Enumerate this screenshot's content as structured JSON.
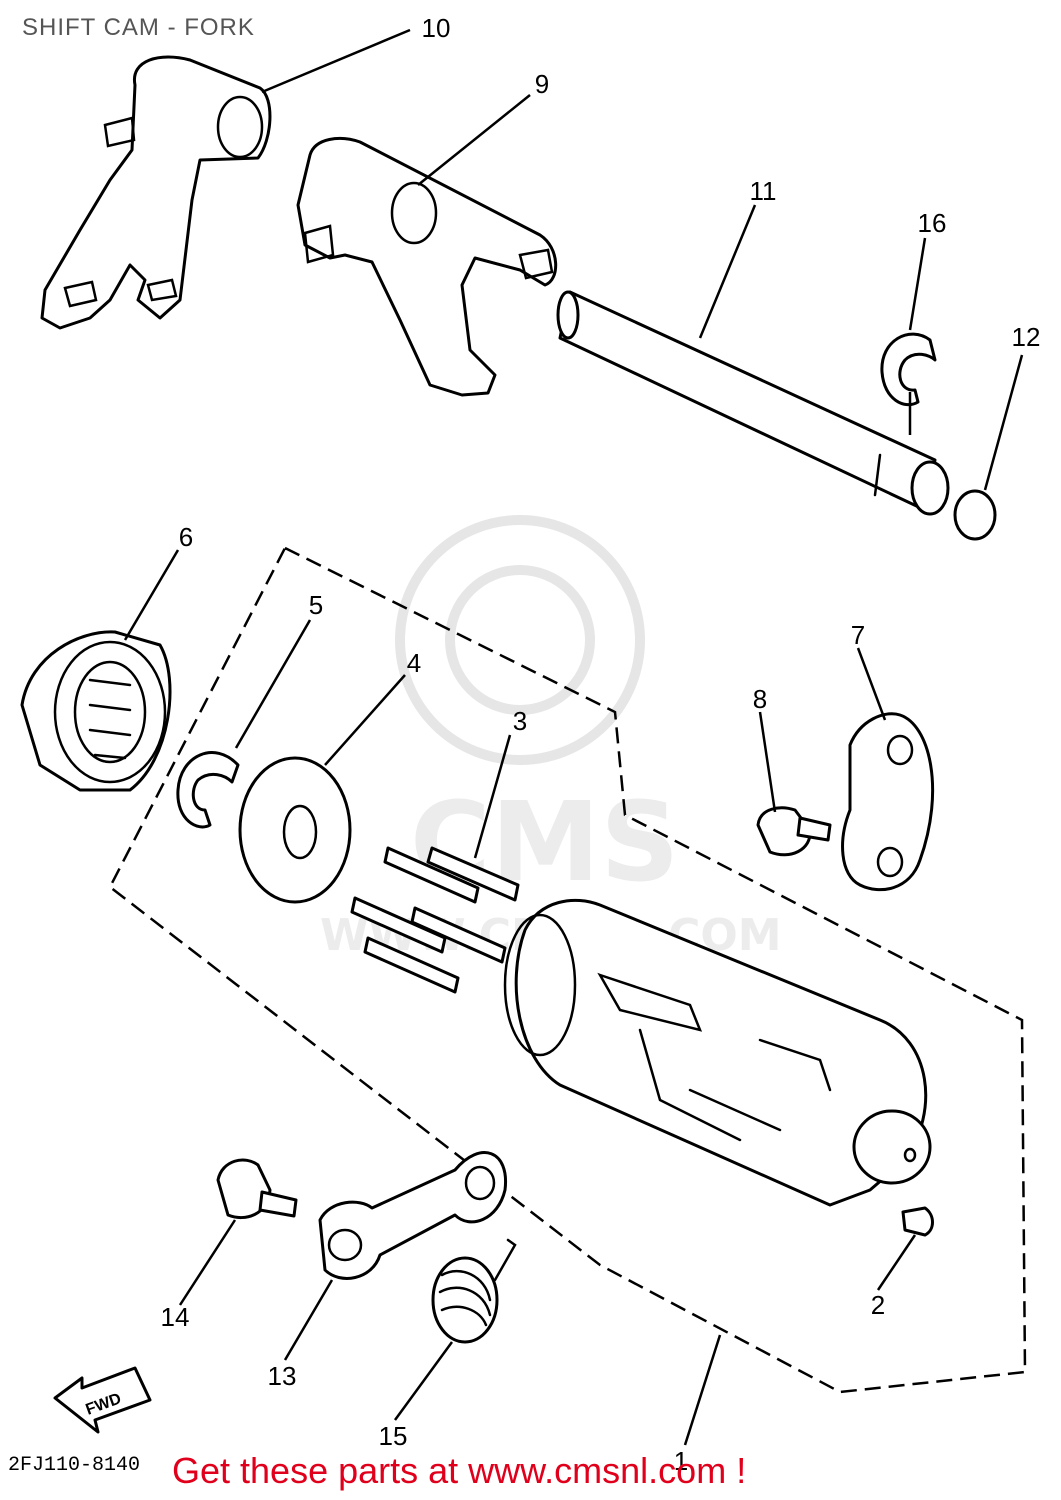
{
  "title": "SHIFT CAM - FORK",
  "drawing_code": "2FJ110-8140",
  "fwd_label": "FWD",
  "watermark": {
    "main": "CMS",
    "url": "WWW.CMSNL.COM"
  },
  "footer": "Get these parts at www.cmsnl.com !",
  "callouts": [
    "1",
    "2",
    "3",
    "4",
    "5",
    "6",
    "7",
    "8",
    "9",
    "10",
    "11",
    "12",
    "13",
    "14",
    "15",
    "16"
  ]
}
